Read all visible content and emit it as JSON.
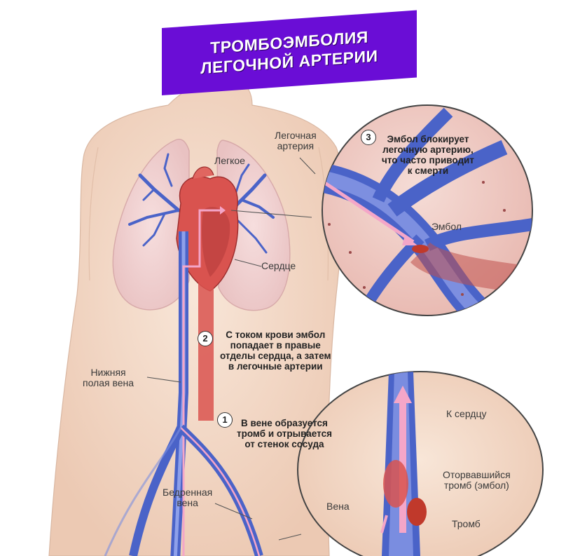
{
  "title": {
    "line1": "ТРОМБОЭМБОЛИЯ",
    "line2": "ЛЕГОЧНОЙ АРТЕРИИ"
  },
  "labels": {
    "lung": "Легкое",
    "pulmonary_artery": "Легочная\nартерия",
    "heart": "Сердце",
    "inferior_vena_cava": "Нижняя\nполая вена",
    "femoral_vein": "Бедренная\nвена",
    "embolus": "Эмбол",
    "to_heart": "К сердцу",
    "vein": "Вена",
    "detached_thrombus": "Оторвавшийся\nтромб (эмбол)",
    "thrombus": "Тромб"
  },
  "steps": [
    {
      "number": "1",
      "text": "В вене образуется\nтромб и отрывается\nот стенок сосуда"
    },
    {
      "number": "2",
      "text": "С током крови эмбол\nпопадает в правые\nотделы сердца, а затем\nв легочные артерии"
    },
    {
      "number": "3",
      "text": "Эмбол блокирует\nлегочную артерию,\nчто часто приводит\nк смерти"
    }
  ],
  "colors": {
    "banner": "#6a0dd6",
    "skin": "#f3dccb",
    "vein_blue": "#4a63c8",
    "artery_red": "#d9534f",
    "flow_pink": "#f4a6c8"
  }
}
